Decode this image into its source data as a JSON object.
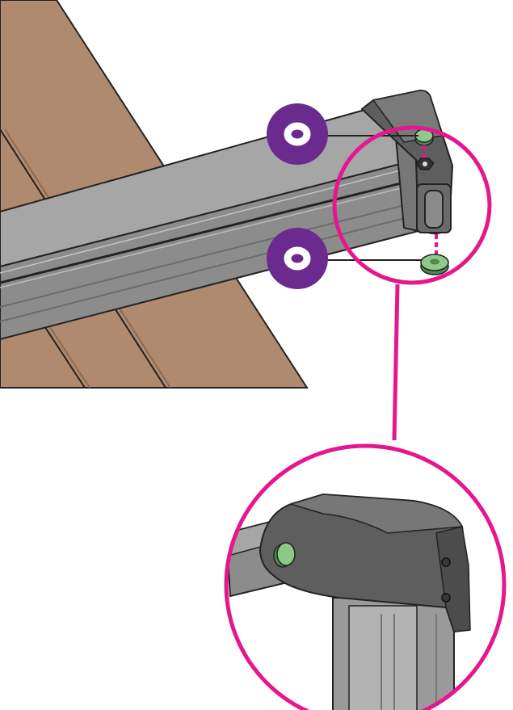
{
  "figure": {
    "kind": "assembly-instruction-illustration",
    "colors": {
      "wood": "#b08a6e",
      "wood_dark": "#8d6a52",
      "beam": "#8c8c8c",
      "beam_light": "#a6a6a6",
      "beam_dark": "#6c6c6c",
      "bracket": "#5e5e5e",
      "bracket_light": "#7a7a7a",
      "part_green": "#8fc98a",
      "part_green_dark": "#4f8c4b",
      "highlight": "#e6168e",
      "callout_badge": "#6b2a8e",
      "outline": "#222222"
    },
    "callouts": [
      {
        "id": "top",
        "part": "green-cap-washer",
        "badge_icon": "ring-icon"
      },
      {
        "id": "bottom",
        "part": "green-cap-washer",
        "badge_icon": "ring-icon"
      }
    ],
    "detail_view": {
      "target": "bracket-corner",
      "connector": "magenta-leader-line"
    }
  }
}
